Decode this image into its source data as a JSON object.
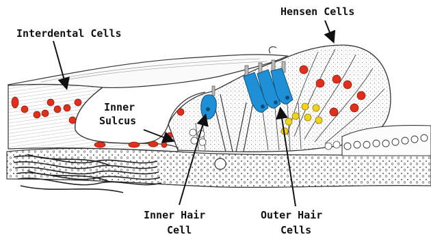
{
  "labels": {
    "hensen": "Hensen Cells",
    "interdental": "Interdental Cells",
    "inner_sulcus_1": "Inner",
    "inner_sulcus_2": "Sulcus",
    "inner_hair_1": "Inner Hair",
    "inner_hair_2": "Cell",
    "outer_hair_1": "Outer Hair",
    "outer_hair_2": "Cells"
  },
  "colors": {
    "red_cell": "#e0301c",
    "blue_hair_cell": "#1f8fd6",
    "yellow_cell": "#f2d21b",
    "ink": "#222222",
    "tissue": "#f4f4f4"
  },
  "icons": {
    "arrow": "arrow-icon"
  }
}
